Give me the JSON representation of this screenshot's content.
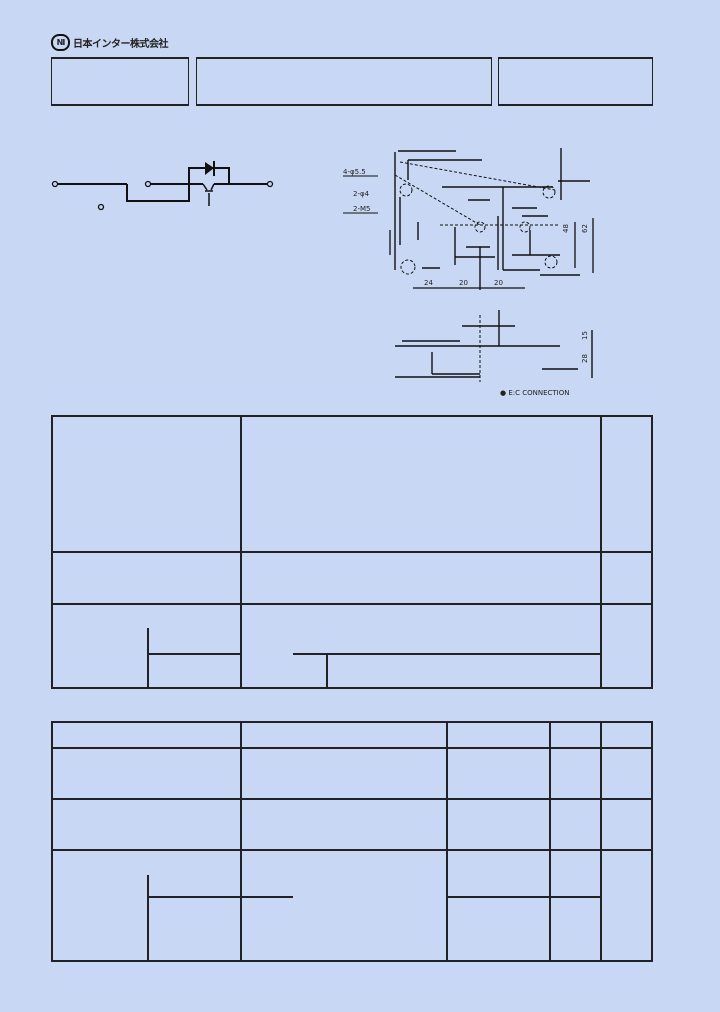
{
  "header": {
    "logo_mark": "NI",
    "company_name": "日本インター株式会社"
  },
  "title_boxes": [
    {
      "id": "part-number",
      "text": ""
    },
    {
      "id": "description",
      "text": ""
    },
    {
      "id": "package",
      "text": ""
    }
  ],
  "circuit_diagram": {
    "terminals": 4,
    "components": [
      "diode",
      "igbt"
    ]
  },
  "outline_drawing": {
    "dimensions": {
      "bottom_spacing": [
        "24",
        "20",
        "20"
      ],
      "inner_height": "48",
      "outer_height": "62",
      "side_top": "15",
      "side_bottom": "28"
    },
    "hole_labels": [
      "4-φ5.5",
      "2-M5",
      "2-φ4"
    ],
    "note": "● E:C CONNECTION"
  },
  "table1": {
    "rows": 3,
    "description": "ratings table (cells empty)"
  },
  "table2": {
    "columns": 5,
    "rows": 4,
    "description": "characteristics table (cells empty)"
  },
  "colors": {
    "background": "#c8d8f4",
    "line": "#222222"
  }
}
